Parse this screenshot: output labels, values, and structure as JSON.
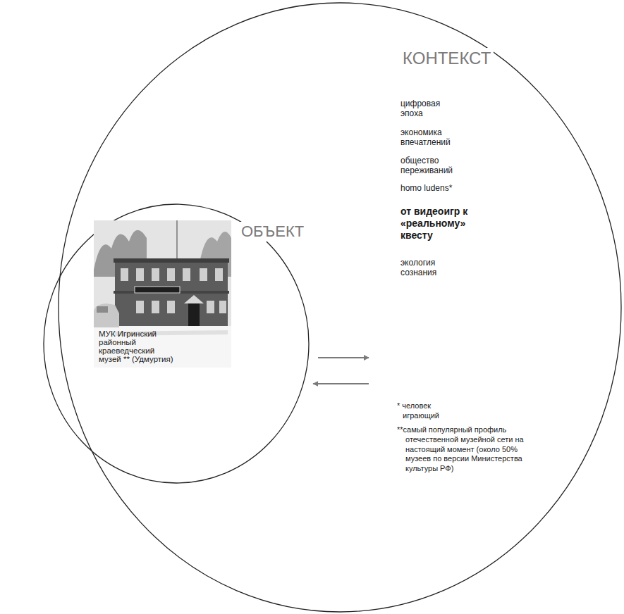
{
  "diagram": {
    "nodes": [
      {
        "text": [
          "КОНТЕКСТ",
          "цифровая эпоха",
          "экономика впечатлений",
          "общество переживаний",
          "homo ludens*",
          "от видеоигр к «реальному» квесту",
          "экология сознания",
          "* человек играющий",
          "**самый популярный профиль отечественной музейной сети на настоящий момент (около 50% музеев по версии Министерства культуры РФ)"
        ]
      },
      {
        "text": [
          "ОБЪЕКТ",
          "МУК Игринский районный краеведческий музей ** (Удмуртия)"
        ],
        "in": 0
      }
    ],
    "edges": [
      {
        "from": 1,
        "to": 0,
        "arrow": "to"
      },
      {
        "from": 0,
        "to": 1,
        "arrow": "to"
      }
    ]
  }
}
